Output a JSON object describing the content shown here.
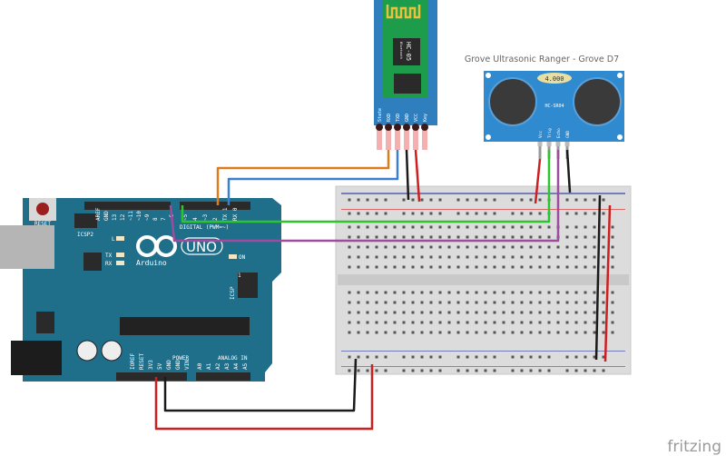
{
  "hc05": {
    "model": "HC-05",
    "sub": "Bluetooth",
    "pins": [
      "State",
      "RXD",
      "TXD",
      "GND",
      "VCC",
      "Key"
    ]
  },
  "ultrasonic": {
    "title": "Grove Ultrasonic Ranger - Grove D7",
    "display": "4.000",
    "model": "HC-SR04",
    "pins": [
      "Vcc",
      "Trig",
      "Echo",
      "GND"
    ]
  },
  "arduino": {
    "reset": "RESET",
    "icsp2": "ICSP2",
    "icsp": "ICSP",
    "icsp_pin1": "1",
    "led_l": "L",
    "led_tx": "TX",
    "led_rx": "RX",
    "led_on": "ON",
    "brand": "Arduino",
    "model": "UNO",
    "digital": "DIGITAL (PWM=~)",
    "power": "POWER",
    "analog": "ANALOG IN",
    "top_pins": [
      "AREF",
      "GND",
      "13",
      "12",
      "~11",
      "~10",
      "~9",
      "8",
      "7",
      "~6",
      "~5",
      "4",
      "~3",
      "2",
      "TX 1",
      "RX 0"
    ],
    "power_pins": [
      "IOREF",
      "RESET",
      "3V3",
      "5V",
      "GND",
      "GND",
      "VIN"
    ],
    "analog_pins": [
      "A0",
      "A1",
      "A2",
      "A3",
      "A4",
      "A5"
    ]
  },
  "wire_colors": {
    "orange": "#e07b1a",
    "blue": "#3a7fd0",
    "green": "#2ec42e",
    "purple": "#a04aa0",
    "red": "#cc1f1f",
    "black": "#1a1a1a"
  },
  "board_color": "#1f6f8b",
  "logo": "fritzing"
}
